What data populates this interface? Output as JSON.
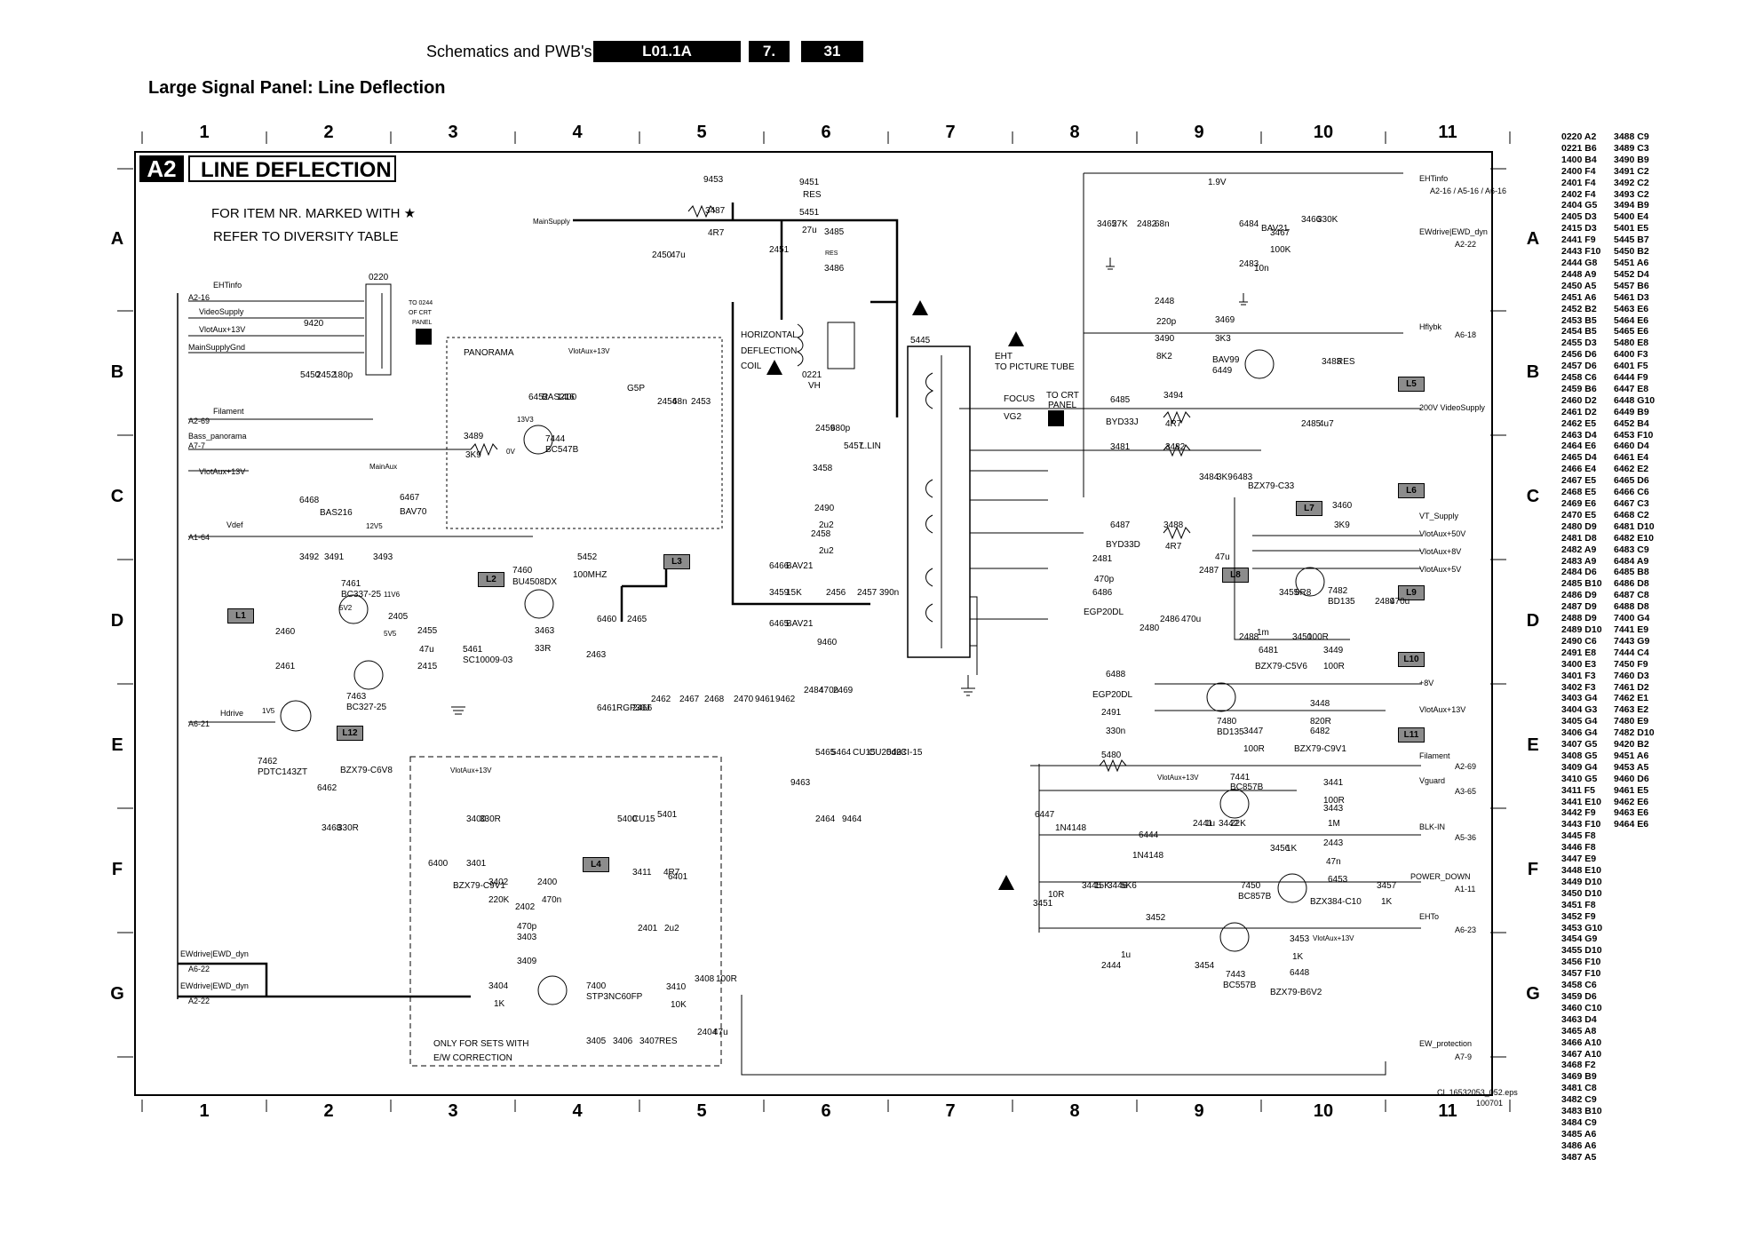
{
  "header": {
    "section": "Schematics and PWB's",
    "badge_model": "L01.1A",
    "badge_chapter": "7.",
    "badge_page": "31"
  },
  "page_title": "Large Signal Panel: Line Deflection",
  "sheet": {
    "id": "A2",
    "title": "LINE DEFLECTION",
    "note_line1": "FOR ITEM NR. MARKED WITH ★",
    "note_line2": "REFER TO DIVERSITY TABLE",
    "ew_note_line1": "ONLY FOR SETS WITH",
    "ew_note_line2": "E/W CORRECTION",
    "file_ref": "CL 16532053_052.eps",
    "file_date": "100701",
    "panorama_label": "PANORAMA"
  },
  "grid": {
    "columns": [
      "1",
      "2",
      "3",
      "4",
      "5",
      "6",
      "7",
      "8",
      "9",
      "10",
      "11"
    ],
    "rows": [
      "A",
      "B",
      "C",
      "D",
      "E",
      "F",
      "G"
    ]
  },
  "tags": [
    "L1",
    "L2",
    "L3",
    "L4",
    "L5",
    "L6",
    "L7",
    "L8",
    "L9",
    "L10",
    "L11",
    "L12"
  ],
  "connectors_left": [
    {
      "name": "EHTinfo",
      "ref": "A2-16"
    },
    {
      "name": "VideoSupply",
      "ref": ""
    },
    {
      "name": "VlotAux+13V",
      "ref": ""
    },
    {
      "name": "MainSupplyGnd",
      "ref": ""
    },
    {
      "name": "Filament",
      "ref": "A2-69"
    },
    {
      "name": "Bass_panorama",
      "ref": "A7-7"
    },
    {
      "name": "VlotAux+13V",
      "ref": ""
    },
    {
      "name": "Vdef",
      "ref": "A1-64"
    },
    {
      "name": "Hdrive",
      "ref": "A6-21"
    },
    {
      "name": "EWdrive|EWD_dyn",
      "ref": "A6-22"
    },
    {
      "name": "EWdrive|EWD_dyn",
      "ref": "A2-22"
    }
  ],
  "connectors_right": [
    {
      "name": "EHTinfo",
      "ref": "A2-16 / A5-16 / A6-16"
    },
    {
      "name": "EWdrive|EWD_dyn",
      "ref": "A2-22"
    },
    {
      "name": "Hflybk",
      "ref": "A6-18"
    },
    {
      "name": "200V VideoSupply",
      "ref": ""
    },
    {
      "name": "VT_Supply",
      "ref": ""
    },
    {
      "name": "VlotAux+50V",
      "ref": ""
    },
    {
      "name": "VlotAux+8V",
      "ref": ""
    },
    {
      "name": "VlotAux+5V",
      "ref": ""
    },
    {
      "name": "+8V",
      "ref": ""
    },
    {
      "name": "VlotAux+13V",
      "ref": ""
    },
    {
      "name": "Filament",
      "ref": "A2-69"
    },
    {
      "name": "Vguard",
      "ref": "A3-65"
    },
    {
      "name": "BLK-IN",
      "ref": "A5-36"
    },
    {
      "name": "POWER_DOWN",
      "ref": "A1-11"
    },
    {
      "name": "EHTo",
      "ref": "A6-23"
    },
    {
      "name": "EW_protection",
      "ref": "A7-9"
    }
  ],
  "components": {
    "c0220": "0220",
    "to_crt": "TO 0244",
    "of_crt": "OF CRT",
    "panel": "PANEL",
    "r9420": "9420",
    "r5450": "5450",
    "c2452": "2452",
    "c180p": "180p",
    "d6452": "6452",
    "bas216": "BAS216",
    "r1400": "1400",
    "v13v3": "13V3",
    "vlotaux": "VlotAux+13V",
    "g5p": "G5P",
    "c2454": "2454",
    "c68n": "68n",
    "c2453": "2453",
    "r3489": "3489",
    "r3k9": "3K9",
    "q7444": "7444",
    "bc547b": "BC547B",
    "v0": "0V",
    "r6468": "6468",
    "d6467": "6467",
    "bav70": "BAV70",
    "mainaux": "MainAux",
    "v12": "12V",
    "r3492": "3492",
    "r3491": "3491",
    "r1k": "1K",
    "r3493": "3493",
    "v12v5": "12V5",
    "q7461": "7461",
    "bc337": "BC337-25",
    "c2405": "2405",
    "v11v6": "11V6",
    "v5v2": "5V2",
    "v5v5": "5V5",
    "c2460": "2460",
    "c2461": "2461",
    "c2455": "2455",
    "c47u": "47u",
    "c2415": "2415",
    "q7463": "7463",
    "bc327": "BC327-25",
    "q7462": "7462",
    "pdtc": "PDTC143ZT",
    "v1v5": "1V5",
    "r6462": "6462",
    "bzx_c6v8": "BZX79-C6V8",
    "r3468": "3468",
    "r330r": "330R",
    "l5461": "5461",
    "sc10009": "SC10009-03",
    "q7460": "7460",
    "bu4508": "BU4508DX",
    "l5452": "5452",
    "l100mhz": "100MHZ",
    "r3463": "3463",
    "r33r": "33R",
    "c2463": "2463",
    "d6460": "6460",
    "c2465": "2465",
    "d6461": "6461",
    "rgp30j": "RGP30J",
    "d2466": "2466",
    "c2462": "2462",
    "c2467": "2467",
    "c2468": "2468",
    "c2470": "2470",
    "j9461": "9461",
    "j9462": "9462",
    "r9453": "9453",
    "r3487": "3487",
    "r4r7": "4R7",
    "mainsupply": "MainSupply",
    "c2450": "2450",
    "c2451": "2451",
    "r9451": "9451",
    "res": "RES",
    "l5451": "5451",
    "l27u": "27u",
    "r3485": "3485",
    "r3486": "3486",
    "hdc_line1": "HORIZONTAL",
    "hdc_line2": "DEFLECTION",
    "hdc_line3": "COIL",
    "j0221": "0221",
    "vh": "VH",
    "c2459": "2459",
    "c680p": "680p",
    "l5457": "5457",
    "llin": "L.LIN",
    "r3458": "3458",
    "c2490": "2490",
    "c2u2": "2u2",
    "c2458": "2458",
    "d6466": "6466",
    "bav21": "BAV21",
    "r3459": "3459",
    "r15k": "15K",
    "c2456": "2456",
    "c2457": "2457",
    "c390n": "390n",
    "d6465": "6465",
    "j9460": "9460",
    "c2484": "2484",
    "c470n": "470n",
    "c2469": "2469",
    "l5465": "5465",
    "l5464": "5464",
    "cu15": "CU15",
    "cu20d2": "CU20d2",
    "l5463": "5463",
    "ci15": "CI-15",
    "j9463": "9463",
    "c2464": "2464",
    "j9464": "9464",
    "l5445": "5445",
    "eht": "EHT",
    "to_pic": "TO PICTURE TUBE",
    "focus": "FOCUS",
    "vg2": "VG2",
    "to_crt2": "TO CRT",
    "panel2": "PANEL",
    "r3465": "3465",
    "r27k": "27K",
    "c2482": "2482",
    "c68n2": "68n",
    "v1v9": "1.9V",
    "d6484": "6484",
    "r3466": "3466",
    "r330k": "330K",
    "r3467": "3467",
    "r100k": "100K",
    "c2483": "2483",
    "c10n": "10n",
    "c2448": "2448",
    "c220p": "220p",
    "r3490": "3490",
    "r8k2": "8K2",
    "r3469": "3469",
    "r3k3": "3K3",
    "d_bav99": "BAV99",
    "d6449": "6449",
    "v5v": "5V",
    "r3483": "3483",
    "d6485": "6485",
    "byd33j": "BYD33J",
    "r3494": "3494",
    "c2485": "2485",
    "c4u7": "4u7",
    "r3481": "3481",
    "r3482": "3482",
    "r3484": "3484",
    "r3k9b": "3K9",
    "d6483": "6483",
    "bzx_c33": "BZX79-C33",
    "d6487": "6487",
    "byd33d": "BYD33D",
    "r3488": "3488",
    "c2487": "2487",
    "r3460": "3460",
    "c2481": "2481",
    "c470p": "470p",
    "d6486": "6486",
    "egp20dl": "EGP20DL",
    "c2480": "2480",
    "c2486": "2486",
    "c470u": "470u",
    "c2488": "2488",
    "c1m": "1m",
    "r3455": "3455",
    "r6r8": "6R8",
    "q7482": "7482",
    "bd135": "BD135",
    "c2489": "2489",
    "r3450": "3450",
    "r100r": "100R",
    "d6481": "6481",
    "bzx_c5v6": "BZX79-C5V6",
    "r3449": "3449",
    "d6488": "6488",
    "c2491": "2491",
    "c330n": "330n",
    "q7480": "7480",
    "r3448": "3448",
    "r820r": "820R",
    "d6482": "6482",
    "r3447": "3447",
    "bzx_c9v1": "BZX79-C9V1",
    "l5480": "5480",
    "c6447": "6447",
    "d1n4148": "1N4148",
    "q7441": "7441",
    "bc857b": "BC857B",
    "r3442": "3442",
    "r22k": "22K",
    "c2441": "2441",
    "c1u": "1u",
    "d6444": "6444",
    "r3441": "3441",
    "r3443": "3443",
    "r1m": "1M",
    "c2443": "2443",
    "c47n": "47n",
    "r3456": "3456",
    "q7450": "7450",
    "d6453": "6453",
    "bzx384": "BZX384-C10",
    "r3457": "3457",
    "r3445": "3445",
    "r15k2": "15K",
    "r3446": "3446",
    "r5k6": "5K6",
    "r3451": "3451",
    "r10r": "10R",
    "r3452": "3452",
    "c2444": "2444",
    "r3454": "3454",
    "q7443": "7443",
    "bc557b": "BC557B",
    "r3453": "3453",
    "d6448": "6448",
    "bzx_b6v2": "BZX79-B6V2",
    "r3400": "3400",
    "r3401": "3401",
    "d6400": "6400",
    "bzx_c9v1b": "BZX79-C9V1",
    "r3402": "3402",
    "r220k": "220K",
    "c2400": "2400",
    "c470n2": "470n",
    "c2402": "2402",
    "c470p2": "470p",
    "r3403": "3403",
    "r3409": "3409",
    "r3404": "3404",
    "q7400": "7400",
    "stp3nc": "STP3NC60FP",
    "r3410": "3410",
    "r10k": "10K",
    "l5400": "5400",
    "cu15b": "CU15",
    "l5401": "5401",
    "r3411": "3411",
    "d6401": "6401",
    "c2401": "2401",
    "r3408": "3408",
    "c2404": "2404",
    "r3405": "3405",
    "r3406": "3406",
    "r3407": "3407"
  },
  "xref_col1": "0220 A2\n0221 B6\n1400 B4\n2400 F4\n2401 F4\n2402 F4\n2404 G5\n2405 D3\n2415 D3\n2441 F9\n2443 F10\n2444 G8\n2448 A9\n2450 A5\n2451 A6\n2452 B2\n2453 B5\n2454 B5\n2455 D3\n2456 D6\n2457 D6\n2458 C6\n2459 B6\n2460 D2\n2461 D2\n2462 E5\n2463 D4\n2464 E6\n2465 D4\n2466 E4\n2467 E5\n2468 E5\n2469 E6\n2470 E5\n2480 D9\n2481 D8\n2482 A9\n2483 A9\n2484 D6\n2485 B10\n2486 D9\n2487 D9\n2488 D9\n2489 D10\n2490 C6\n2491 E8\n3400 E3\n3401 F3\n3402 F3\n3403 G4\n3404 G3\n3405 G4\n3406 G4\n3407 G5\n3408 G5\n3409 G4\n3410 G5\n3411 F5\n3441 E10\n3442 F9\n3443 F10\n3445 F8\n3446 F8\n3447 E9\n3448 E10\n3449 D10\n3450 D10\n3451 F8\n3452 F9\n3453 G10\n3454 G9\n3455 D10\n3456 F10\n3457 F10\n3458 C6\n3459 D6\n3460 C10\n3463 D4\n3465 A8\n3466 A10\n3467 A10\n3468 F2\n3469 B9\n3481 C8\n3482 C9\n3483 B10\n3484 C9\n3485 A6\n3486 A6\n3487 A5",
  "xref_col2": "3488 C9\n3489 C3\n3490 B9\n3491 C2\n3492 C2\n3493 C2\n3494 B9\n5400 E4\n5401 E5\n5445 B7\n5450 B2\n5451 A6\n5452 D4\n5457 B6\n5461 D3\n5463 E6\n5464 E6\n5465 E6\n5480 E8\n6400 F3\n6401 F5\n6444 F9\n6447 E8\n6448 G10\n6449 B9\n6452 B4\n6453 F10\n6460 D4\n6461 E4\n6462 E2\n6465 D6\n6466 C6\n6467 C3\n6468 C2\n6481 D10\n6482 E10\n6483 C9\n6484 A9\n6485 B8\n6486 D8\n6487 C8\n6488 D8\n7400 G4\n7441 E9\n7443 G9\n7444 C4\n7450 F9\n7460 D3\n7461 D2\n7462 E1\n7463 E2\n7480 E9\n7482 D10\n9420 B2\n9451 A6\n9453 A5\n9460 D6\n9461 E5\n9462 E6\n9463 E6\n9464 E6"
}
